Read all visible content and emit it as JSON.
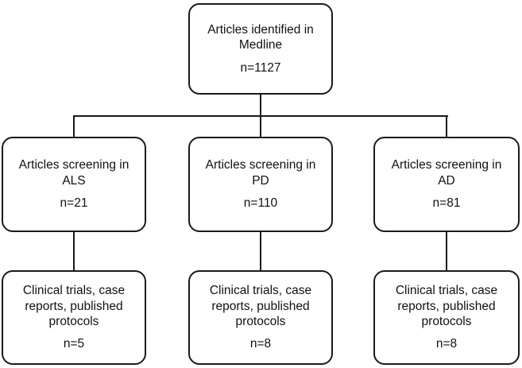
{
  "figure": {
    "type": "flowchart",
    "ink_color": "#1a1a1a",
    "background_color": "#ffffff"
  },
  "nodes": {
    "identified": {
      "label": "Articles identified in\nMedline",
      "count": "n=1127"
    },
    "screening_als": {
      "label": "Articles screening in\nALS",
      "count": "n=21"
    },
    "screening_pd": {
      "label": "Articles screening in\nPD",
      "count": "n=110"
    },
    "screening_ad": {
      "label": "Articles screening in\nAD",
      "count": "n=81"
    },
    "included_als": {
      "label": "Clinical trials, case\nreports, published\nprotocols",
      "count": "n=5"
    },
    "included_pd": {
      "label": "Clinical trials, case\nreports, published\nprotocols",
      "count": "n=8"
    },
    "included_ad": {
      "label": "Clinical trials, case\nreports, published\nprotocols",
      "count": "n=8"
    }
  }
}
